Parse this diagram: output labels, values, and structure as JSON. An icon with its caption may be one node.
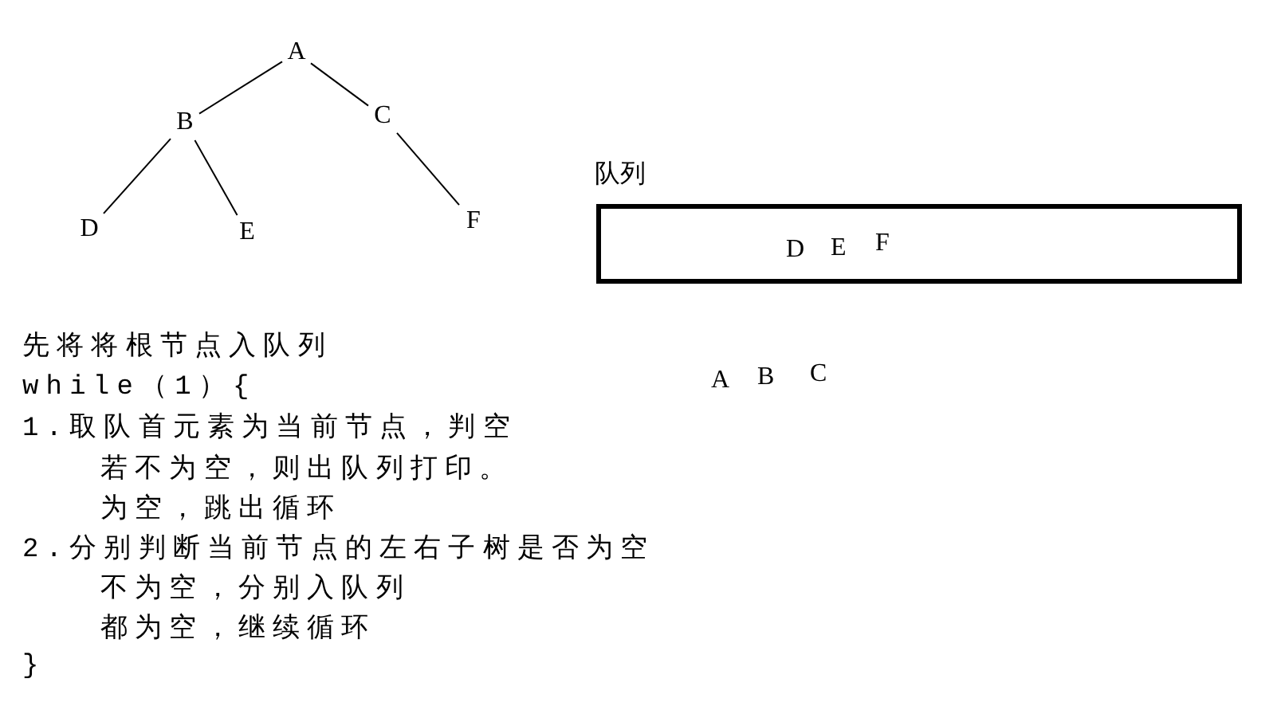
{
  "diagram": {
    "nodes": [
      {
        "text": [
          "A"
        ]
      },
      {
        "text": [
          "B"
        ]
      },
      {
        "text": [
          "C"
        ]
      },
      {
        "text": [
          "D"
        ]
      },
      {
        "text": [
          "E"
        ]
      },
      {
        "text": [
          "F"
        ]
      },
      {
        "text": [
          "队列",
          "D",
          "E",
          "F"
        ]
      }
    ],
    "edges": [
      {
        "from": 0,
        "to": 1,
        "arrow": "none"
      },
      {
        "from": 0,
        "to": 2,
        "arrow": "none"
      },
      {
        "from": 1,
        "to": 3,
        "arrow": "none"
      },
      {
        "from": 1,
        "to": 4,
        "arrow": "none"
      },
      {
        "from": 2,
        "to": 5,
        "arrow": "none"
      }
    ],
    "labels": [
      "先将将根节点入队列",
      "while（1）{",
      "A",
      "B",
      "C",
      "1.取队首元素为当前节点，判空",
      "若不为空，则出队列打印。",
      "为空，跳出循环",
      "2.分别判断当前节点的左右子树是否为空",
      "不为空，分别入队列",
      "都为空，继续循环",
      "}"
    ]
  }
}
